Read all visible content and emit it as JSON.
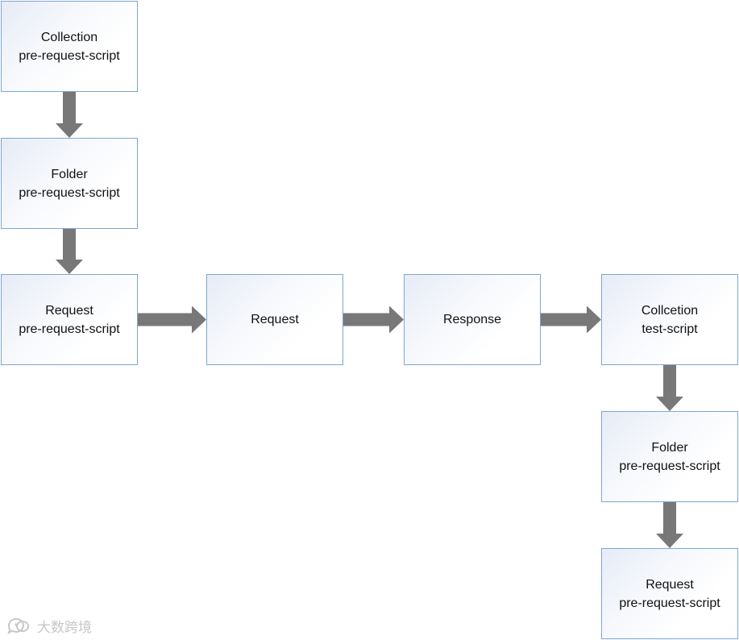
{
  "nodes": [
    {
      "id": "n1",
      "lines": [
        "Collection",
        "pre-request-script"
      ]
    },
    {
      "id": "n2",
      "lines": [
        "Folder",
        "pre-request-script"
      ]
    },
    {
      "id": "n3",
      "lines": [
        "Request",
        "pre-request-script"
      ]
    },
    {
      "id": "n4",
      "lines": [
        "Request"
      ]
    },
    {
      "id": "n5",
      "lines": [
        "Response"
      ]
    },
    {
      "id": "n6",
      "lines": [
        "Collcetion",
        "test-script"
      ]
    },
    {
      "id": "n7",
      "lines": [
        "Folder",
        "pre-request-script"
      ]
    },
    {
      "id": "n8",
      "lines": [
        "Request",
        "pre-request-script"
      ]
    }
  ],
  "edges": [
    {
      "from": "n1",
      "to": "n2"
    },
    {
      "from": "n2",
      "to": "n3"
    },
    {
      "from": "n3",
      "to": "n4"
    },
    {
      "from": "n4",
      "to": "n5"
    },
    {
      "from": "n5",
      "to": "n6"
    },
    {
      "from": "n6",
      "to": "n7"
    },
    {
      "from": "n7",
      "to": "n8"
    }
  ],
  "colors": {
    "node_border": "#7fa6cf",
    "arrow": "#787878"
  },
  "watermark": {
    "text": "大数跨境",
    "icon": "chat-bubble-logo-icon"
  }
}
